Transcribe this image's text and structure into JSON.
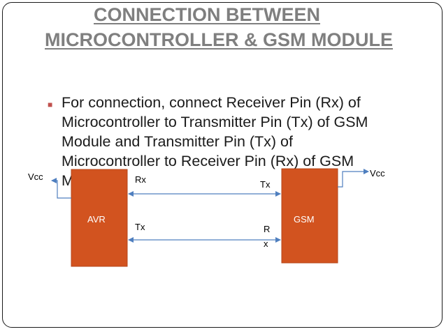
{
  "slide": {
    "title": "CONNECTION BETWEEN MICROCONTROLLER & GSM MODULE",
    "bullet": "For connection, connect Receiver Pin (Rx) of Microcontroller to Transmitter Pin (Tx) of GSM Module and Transmitter Pin (Tx) of Microcontroller to Receiver Pin (Rx) of GSM Module."
  },
  "diagram": {
    "left_block": "AVR",
    "right_block": "GSM",
    "left_vcc": "Vcc",
    "right_vcc": "Vcc",
    "rx_left": "Rx",
    "tx_right_top": "Tx",
    "tx_left": "Tx",
    "rx_right_r": "R",
    "rx_right_x": "x",
    "block_color": "#d2531f",
    "arrow_color": "#4f7fbf"
  }
}
